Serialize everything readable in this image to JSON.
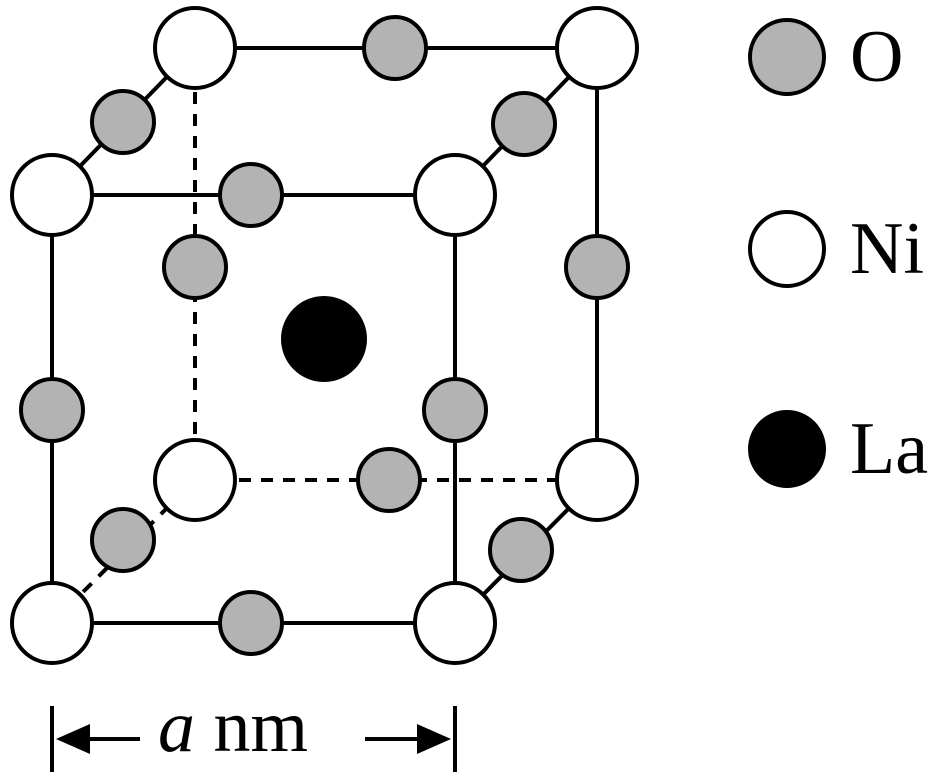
{
  "colors": {
    "oxygen": "#b3b3b3",
    "nickel": "#ffffff",
    "lanthanum": "#000000",
    "stroke": "#000000"
  },
  "legend": [
    {
      "symbol": "O",
      "color": "#b3b3b3"
    },
    {
      "symbol": "Ni",
      "color": "#ffffff"
    },
    {
      "symbol": "La",
      "color": "#000000"
    }
  ],
  "dimension": {
    "variable": "a",
    "unit": "nm"
  }
}
